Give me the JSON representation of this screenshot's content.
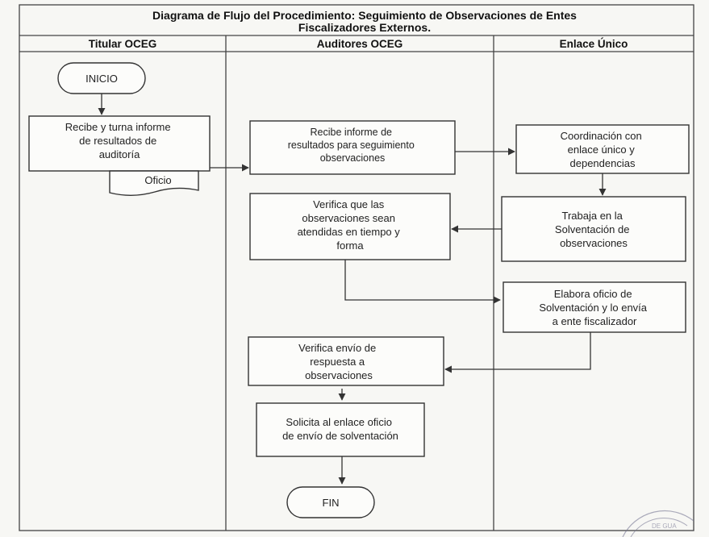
{
  "diagram": {
    "title_line1": "Diagrama de Flujo del Procedimiento: Seguimiento de Observaciones de Entes",
    "title_line2": "Fiscalizadores Externos.",
    "lanes": [
      {
        "key": "titular",
        "label": "Titular OCEG"
      },
      {
        "key": "auditores",
        "label": "Auditores OCEG"
      },
      {
        "key": "enlace",
        "label": "Enlace Único"
      }
    ],
    "nodes": {
      "inicio": "INICIO",
      "recibe_turna": [
        "Recibe y turna informe",
        "de resultados de",
        "auditoría"
      ],
      "oficio": "Oficio",
      "recibe_informe": [
        "Recibe informe de",
        "resultados para seguimiento",
        "observaciones"
      ],
      "coordinacion": [
        "Coordinación con",
        "enlace único y",
        "dependencias"
      ],
      "verifica_obs": [
        "Verifica que las",
        "observaciones sean",
        "atendidas en tiempo y",
        "forma"
      ],
      "trabaja": [
        "Trabaja en la",
        "Solventación de",
        "observaciones"
      ],
      "elabora": [
        "Elabora oficio de",
        "Solventación y lo envía",
        "a ente fiscalizador"
      ],
      "verifica_envio": [
        "Verifica envío de",
        "respuesta a",
        "observaciones"
      ],
      "solicita": [
        "Solicita al enlace oficio",
        "de envío de solventación"
      ],
      "fin": "FIN"
    },
    "stamp_text": "DE GUA"
  }
}
